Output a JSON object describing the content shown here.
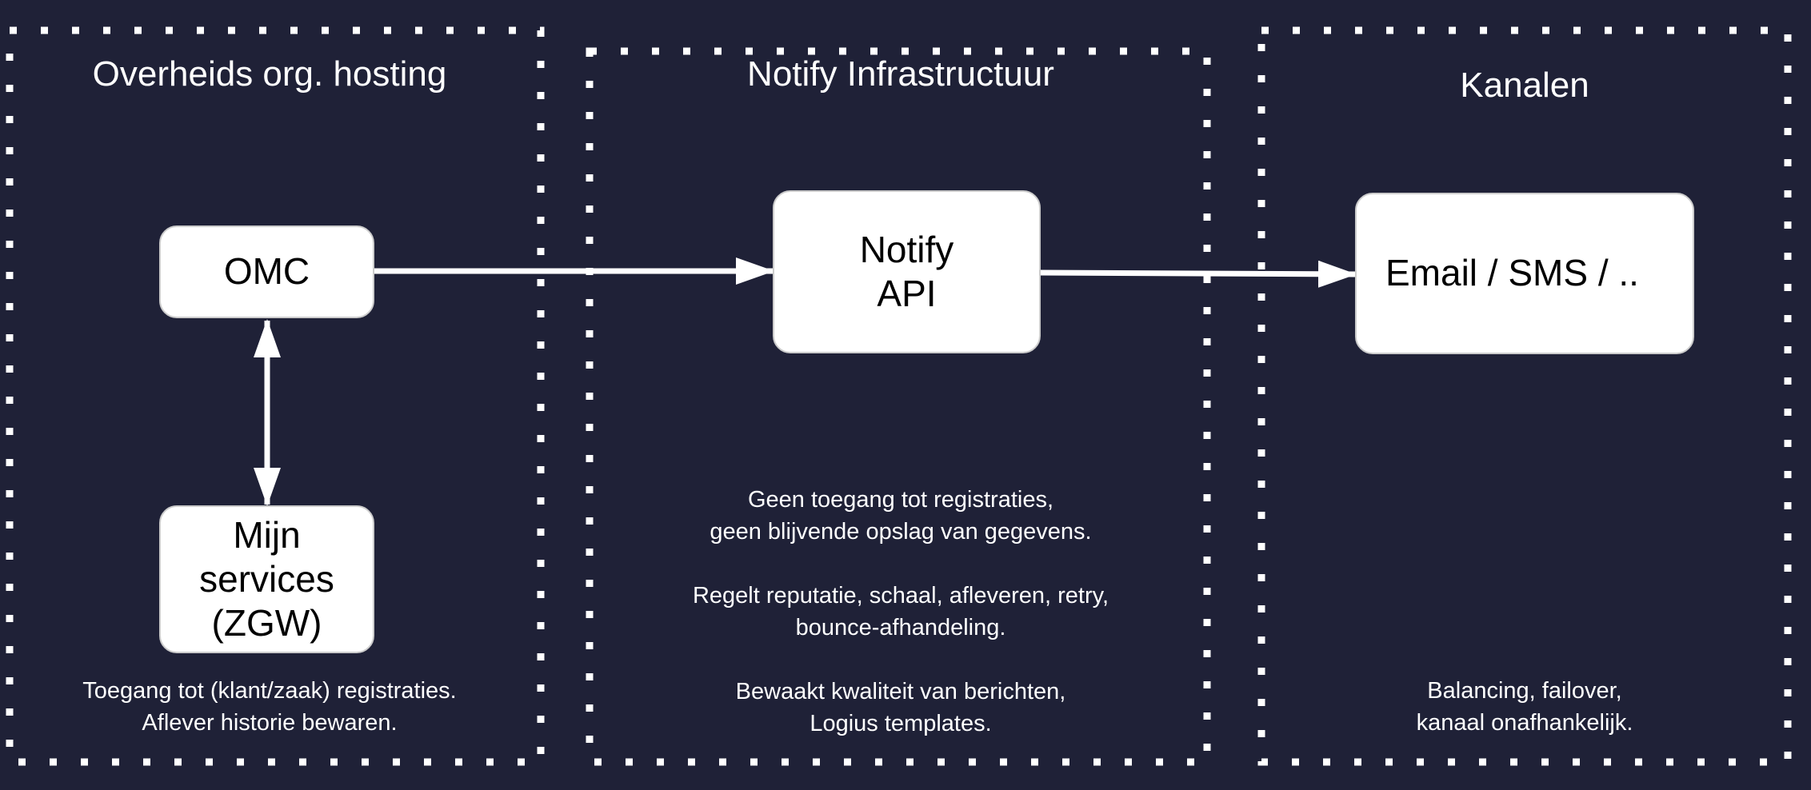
{
  "zones": [
    {
      "title": "Overheids org. hosting",
      "notes": [
        "Toegang tot (klant/zaak) registraties.",
        "Aflever historie bewaren."
      ]
    },
    {
      "title": "Notify Infrastructuur",
      "notes": [
        "Geen toegang tot registraties,",
        "geen blijvende opslag van gegevens.",
        "Regelt reputatie, schaal, afleveren, retry,",
        "bounce-afhandeling.",
        "Bewaakt kwaliteit van berichten,",
        "Logius templates."
      ]
    },
    {
      "title": "Kanalen",
      "notes": [
        "Balancing, failover,",
        "kanaal onafhankelijk."
      ]
    }
  ],
  "nodes": {
    "omc": "OMC",
    "mijn_services": [
      "Mijn",
      "services",
      "(ZGW)"
    ],
    "notify_api": [
      "Notify",
      "API"
    ],
    "channels": "Email / SMS / .."
  },
  "colors": {
    "background": "#1f2137",
    "foreground": "#ffffff"
  }
}
